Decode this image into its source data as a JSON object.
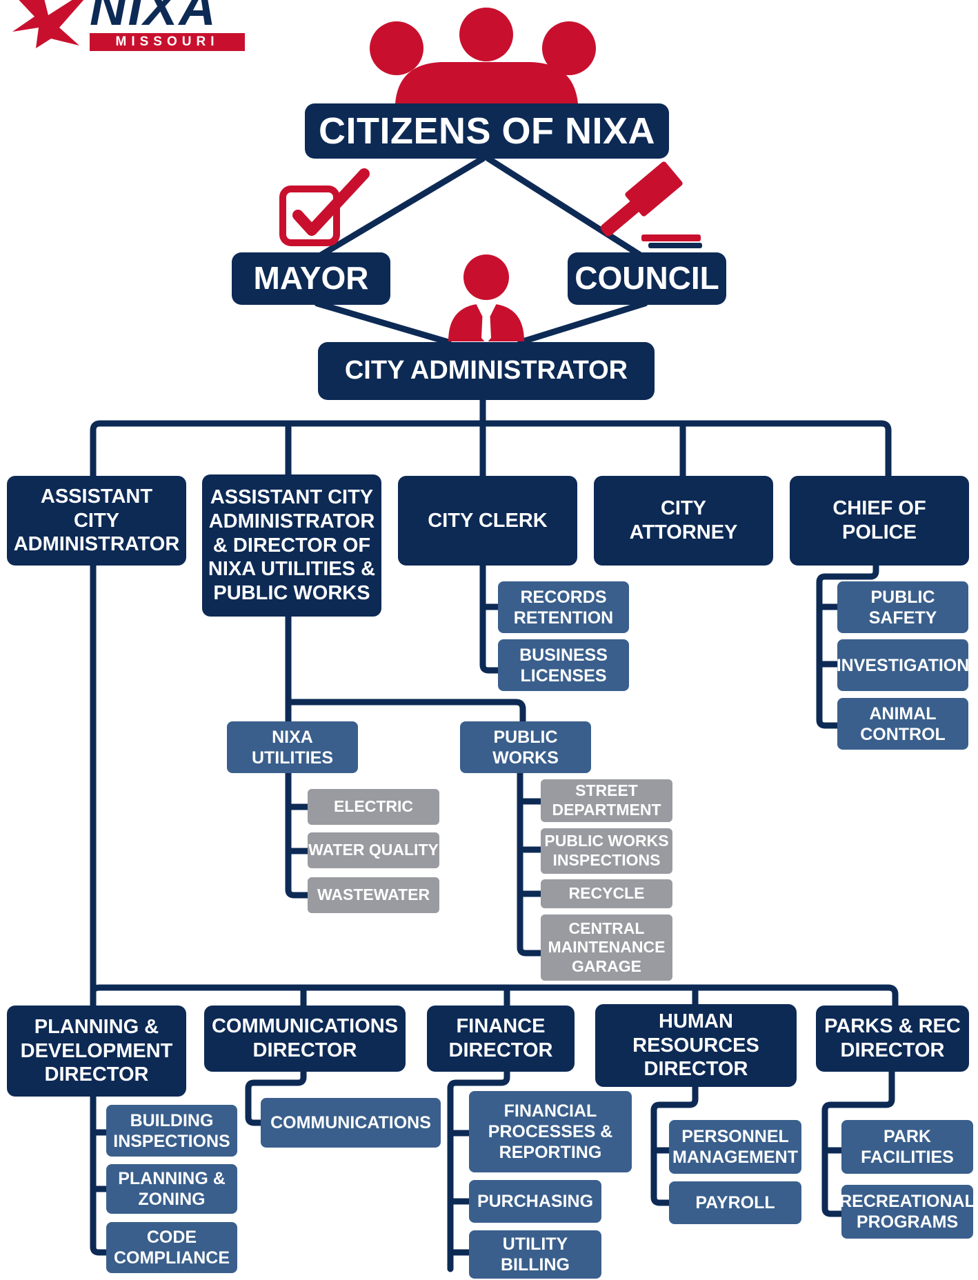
{
  "logo": {
    "word": "NIXA",
    "sub": "MISSOURI"
  },
  "citizens": "CITIZENS OF NIXA",
  "mayor": "MAYOR",
  "council": "COUNCIL",
  "city_admin": "CITY ADMINISTRATOR",
  "top_row": {
    "asst_admin": "ASSISTANT\nCITY\nADMINISTRATOR",
    "asst_utilities": "ASSISTANT CITY\nADMINISTRATOR\n& DIRECTOR OF\nNIXA UTILITIES &\nPUBLIC WORKS",
    "clerk": "CITY CLERK",
    "attorney": "CITY\nATTORNEY",
    "police": "CHIEF OF\nPOLICE"
  },
  "clerk_units": [
    "RECORDS\nRETENTION",
    "BUSINESS\nLICENSES"
  ],
  "police_units": [
    "PUBLIC\nSAFETY",
    "INVESTIGATION",
    "ANIMAL\nCONTROL"
  ],
  "utilities": {
    "label": "NIXA\nUTILITIES",
    "units": [
      "ELECTRIC",
      "WATER QUALITY",
      "WASTEWATER"
    ]
  },
  "public_works": {
    "label": "PUBLIC\nWORKS",
    "units": [
      "STREET\nDEPARTMENT",
      "PUBLIC WORKS\nINSPECTIONS",
      "RECYCLE",
      "CENTRAL\nMAINTENANCE\nGARAGE"
    ]
  },
  "bottom_row": {
    "planning": "PLANNING &\nDEVELOPMENT\nDIRECTOR",
    "communications": "COMMUNICATIONS\nDIRECTOR",
    "finance": "FINANCE\nDIRECTOR",
    "hr": "HUMAN\nRESOURCES\nDIRECTOR",
    "parks": "PARKS & REC\nDIRECTOR"
  },
  "planning_units": [
    "BUILDING\nINSPECTIONS",
    "PLANNING &\nZONING",
    "CODE\nCOMPLIANCE"
  ],
  "communications_units": [
    "COMMUNICATIONS"
  ],
  "finance_units": [
    "FINANCIAL\nPROCESSES &\nREPORTING",
    "PURCHASING",
    "UTILITY\nBILLING"
  ],
  "hr_units": [
    "PERSONNEL\nMANAGEMENT",
    "PAYROLL"
  ],
  "parks_units": [
    "PARK\nFACILITIES",
    "RECREATIONAL\nPROGRAMS"
  ],
  "colors": {
    "navy": "#0d2a55",
    "red": "#c8102e",
    "steel": "#3a5f8c",
    "gray": "#9a9ba0"
  },
  "icons": [
    "people-icon",
    "checkbox-vote-icon",
    "gavel-icon",
    "administrator-person-icon"
  ]
}
